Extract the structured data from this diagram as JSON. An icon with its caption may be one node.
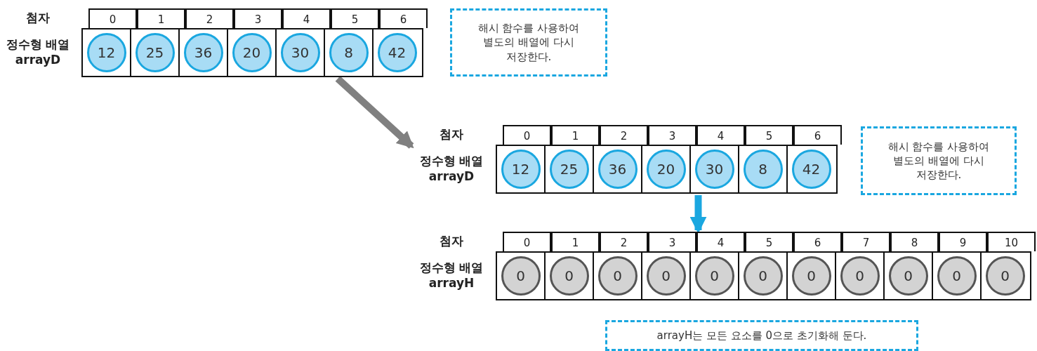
{
  "diagram": {
    "nodes": [
      {
        "text": [
          "첨자",
          "정수형 배열 arrayD"
        ]
      },
      {
        "text": [
          "0",
          "12"
        ],
        "in": 0
      },
      {
        "text": [
          "1",
          "25"
        ],
        "in": 0
      },
      {
        "text": [
          "2",
          "36"
        ],
        "in": 0
      },
      {
        "text": [
          "3",
          "20"
        ],
        "in": 0
      },
      {
        "text": [
          "4",
          "30"
        ],
        "in": 0
      },
      {
        "text": [
          "5",
          "8"
        ],
        "in": 0
      },
      {
        "text": [
          "6",
          "42"
        ],
        "in": 0
      },
      {
        "text": [
          "해시 함수를 사용하여 별도의 배열에 다시 저장한다."
        ]
      },
      {
        "text": [
          "첨자",
          "정수형 배열 arrayD"
        ]
      },
      {
        "text": [
          "0",
          "12"
        ],
        "in": 9
      },
      {
        "text": [
          "1",
          "25"
        ],
        "in": 9
      },
      {
        "text": [
          "2",
          "36"
        ],
        "in": 9
      },
      {
        "text": [
          "3",
          "20"
        ],
        "in": 9
      },
      {
        "text": [
          "4",
          "30"
        ],
        "in": 9
      },
      {
        "text": [
          "5",
          "8"
        ],
        "in": 9
      },
      {
        "text": [
          "6",
          "42"
        ],
        "in": 9
      },
      {
        "text": [
          "해시 함수를 사용하여 별도의 배열에 다시 저장한다."
        ]
      },
      {
        "text": [
          "첨자",
          "정수형 배열 arrayH"
        ]
      },
      {
        "text": [
          "0",
          "0"
        ],
        "in": 18
      },
      {
        "text": [
          "1",
          "0"
        ],
        "in": 18
      },
      {
        "text": [
          "2",
          "0"
        ],
        "in": 18
      },
      {
        "text": [
          "3",
          "0"
        ],
        "in": 18
      },
      {
        "text": [
          "4",
          "0"
        ],
        "in": 18
      },
      {
        "text": [
          "5",
          "0"
        ],
        "in": 18
      },
      {
        "text": [
          "6",
          "0"
        ],
        "in": 18
      },
      {
        "text": [
          "7",
          "0"
        ],
        "in": 18
      },
      {
        "text": [
          "8",
          "0"
        ],
        "in": 18
      },
      {
        "text": [
          "9",
          "0"
        ],
        "in": 18
      },
      {
        "text": [
          "10",
          "0"
        ],
        "in": 18
      },
      {
        "text": [
          "arrayH는 모든 요소를 0으로 초기화해 둔다."
        ]
      }
    ],
    "edges": [
      {
        "from": 0,
        "to": 9,
        "arrow": "to",
        "color": "#808080"
      },
      {
        "from": 9,
        "to": 18,
        "arrow": "to",
        "color": "#1aa7e0"
      }
    ]
  }
}
